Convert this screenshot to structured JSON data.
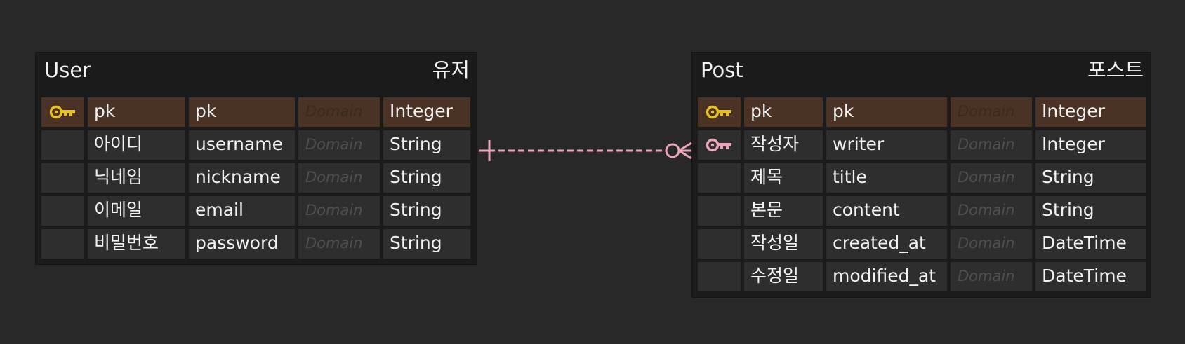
{
  "diagram": {
    "relationship_color": "#e8a6b8",
    "pk_key_color": "#e8c21c",
    "fk_key_color": "#e8a6b8",
    "relationship_left_end": "one",
    "relationship_right_end": "zero-or-many",
    "relationship_style": "dashed",
    "entities": [
      {
        "name": "User",
        "label": "유저",
        "columns": [
          {
            "key": "pk",
            "logical": "pk",
            "physical": "pk",
            "domain": "Domain",
            "type": "Integer"
          },
          {
            "key": "",
            "logical": "아이디",
            "physical": "username",
            "domain": "Domain",
            "type": "String"
          },
          {
            "key": "",
            "logical": "닉네임",
            "physical": "nickname",
            "domain": "Domain",
            "type": "String"
          },
          {
            "key": "",
            "logical": "이메일",
            "physical": "email",
            "domain": "Domain",
            "type": "String"
          },
          {
            "key": "",
            "logical": "비밀번호",
            "physical": "password",
            "domain": "Domain",
            "type": "String"
          }
        ]
      },
      {
        "name": "Post",
        "label": "포스트",
        "columns": [
          {
            "key": "pk",
            "logical": "pk",
            "physical": "pk",
            "domain": "Domain",
            "type": "Integer"
          },
          {
            "key": "fk",
            "logical": "작성자",
            "physical": "writer",
            "domain": "Domain",
            "type": "Integer"
          },
          {
            "key": "",
            "logical": "제목",
            "physical": "title",
            "domain": "Domain",
            "type": "String"
          },
          {
            "key": "",
            "logical": "본문",
            "physical": "content",
            "domain": "Domain",
            "type": "String"
          },
          {
            "key": "",
            "logical": "작성일",
            "physical": "created_at",
            "domain": "Domain",
            "type": "DateTime"
          },
          {
            "key": "",
            "logical": "수정일",
            "physical": "modified_at",
            "domain": "Domain",
            "type": "DateTime"
          }
        ]
      }
    ]
  }
}
